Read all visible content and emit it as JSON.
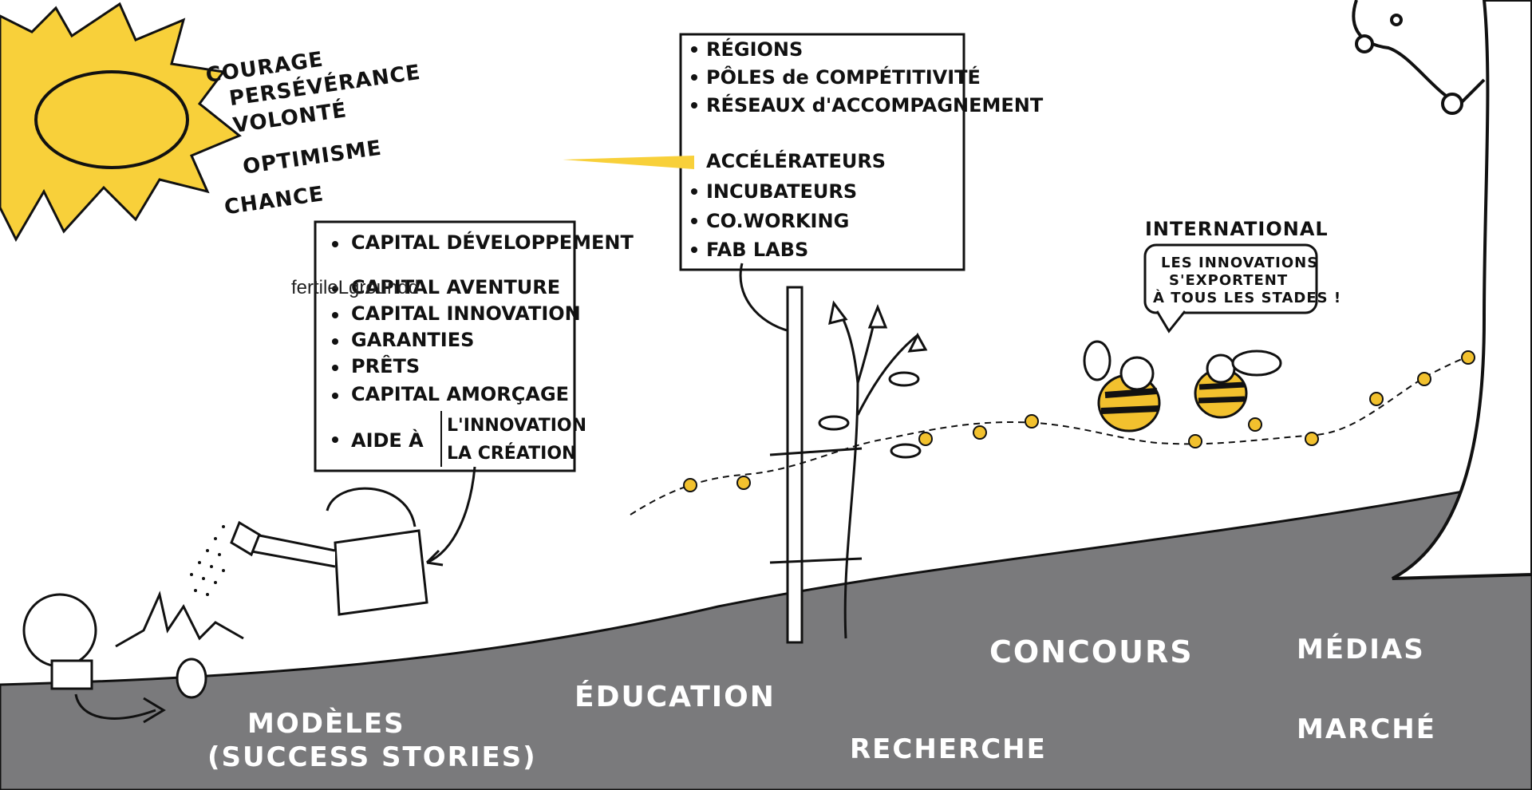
{
  "colors": {
    "sun": "#F8D03A",
    "ground": "#7A7A7C",
    "ink": "#111111",
    "bee_yellow": "#F2C12E"
  },
  "overlay_label": "fertileLgroundd",
  "sun_words": [
    "COURAGE",
    "PERSÉVÉRANCE",
    "VOLONTÉ",
    "OPTIMISME",
    "CHANCE"
  ],
  "funding_box": {
    "items": [
      "CAPITAL DÉVELOPPEMENT",
      "CAPITAL AVENTURE",
      "CAPITAL INNOVATION",
      "GARANTIES",
      "PRÊTS",
      "CAPITAL AMORÇAGE"
    ],
    "aide_label": "AIDE À",
    "aide_items": [
      "L'INNOVATION",
      "LA CRÉATION"
    ]
  },
  "support_box": {
    "items": [
      "RÉGIONS",
      "PÔLES de COMPÉTITIVITÉ",
      "RÉSEAUX d'ACCOMPAGNEMENT",
      "ACCÉLÉRATEURS",
      "INCUBATEURS",
      "CO.WORKING",
      "FAB LABS"
    ]
  },
  "international": {
    "title": "INTERNATIONAL",
    "bubble": [
      "LES INNOVATIONS",
      "S'EXPORTENT",
      "À TOUS LES STADES !"
    ]
  },
  "ground_labels": {
    "modeles": "MODÈLES",
    "success": "(SUCCESS STORIES)",
    "education": "ÉDUCATION",
    "recherche": "RECHERCHE",
    "concours": "CONCOURS",
    "medias": "MÉDIAS",
    "marche": "MARCHÉ"
  }
}
